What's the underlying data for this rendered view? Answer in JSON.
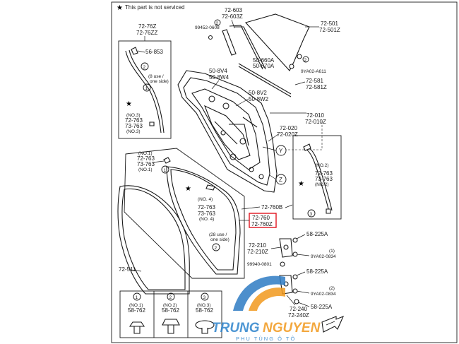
{
  "legend": {
    "star_note": "This part is not serviced"
  },
  "labels": {
    "p72603": "72-603",
    "p72603z": "72-603Z",
    "p99452": "99452-0608",
    "p72501": "72-501",
    "p72501z": "72-501Z",
    "p72762": "72-76Z",
    "p7276z2": "72-76ZZ",
    "p56853": "56-853",
    "p5060a": "50-660A",
    "p5067a": "50-670A",
    "p9ya02a611": "9YA02-A611",
    "p508v4": "50-8V4",
    "p508w4": "50-8W4",
    "p72581": "72-581",
    "p72581z": "72-581Z",
    "p508v2": "50-8V2",
    "p508w2": "50-8W2",
    "p72010": "72-010",
    "p72010z": "72-010Z",
    "p72020": "72-020",
    "p72020z": "72-020Z",
    "use8": "(8 use /",
    "oneside8": "one side)",
    "no3": "(NO.3)",
    "p72763a": "72-763",
    "p73763a": "73-763",
    "no3b": "(NO.3)",
    "no1": "(NO.1)",
    "p72763b": "72-763",
    "p73763b": "73-763",
    "no1b": "(NO.1)",
    "no2": "(NO.2)",
    "p72763c": "72-763",
    "p73763c": "73-763",
    "no2b": "(NO.2)",
    "no4": "(NO. 4)",
    "p72763d": "72-763",
    "p73763d": "73-763",
    "no4b": "(NO. 4)",
    "use28": "(28 use /",
    "oneside28": "one side)",
    "p72760b": "72-760B",
    "p72760": "72-760",
    "p72760z": "72-760Z",
    "p58225a1": "58-225A",
    "p72210": "72-210",
    "p72210z": "72-210Z",
    "p9ya0834a": "9YA02-0834",
    "p99940": "99940-0801",
    "p58225a2": "58-225A",
    "p72511": "72-511",
    "p9ya0834b": "9YA02-0834",
    "p72240": "72-240",
    "p72240z": "72-240Z",
    "p58225a3": "58-225A",
    "callout1": "(1)",
    "callout2": "(2)",
    "y": "Y",
    "z": "Z"
  },
  "clips": [
    {
      "no": "(NO.1)",
      "part": "58-762",
      "ref": "1"
    },
    {
      "no": "(NO.2)",
      "part": "58-762",
      "ref": "2"
    },
    {
      "no": "(NO.3)",
      "part": "58-762",
      "ref": "3"
    }
  ],
  "watermark": {
    "brand_1": "TRUNG",
    "brand_2": "NGUYEN",
    "tagline": "PHỤ TÙNG Ô TÔ",
    "color_blue": "#2e7cc4",
    "color_orange": "#f29a1e",
    "color_text": "#2f84cc"
  },
  "highlight_color": "#e0141e"
}
